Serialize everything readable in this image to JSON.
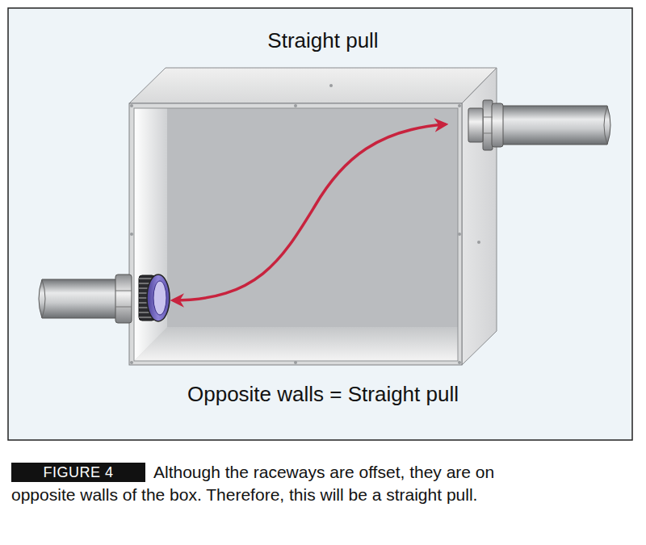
{
  "diagram": {
    "title": "Straight pull",
    "caption": "Although the raceways are offset, they are on opposite walls of the box. Therefore, this will be a straight pull.",
    "labels": [
      "Opposite walls = Straight pull",
      "FIGURE 4"
    ]
  }
}
